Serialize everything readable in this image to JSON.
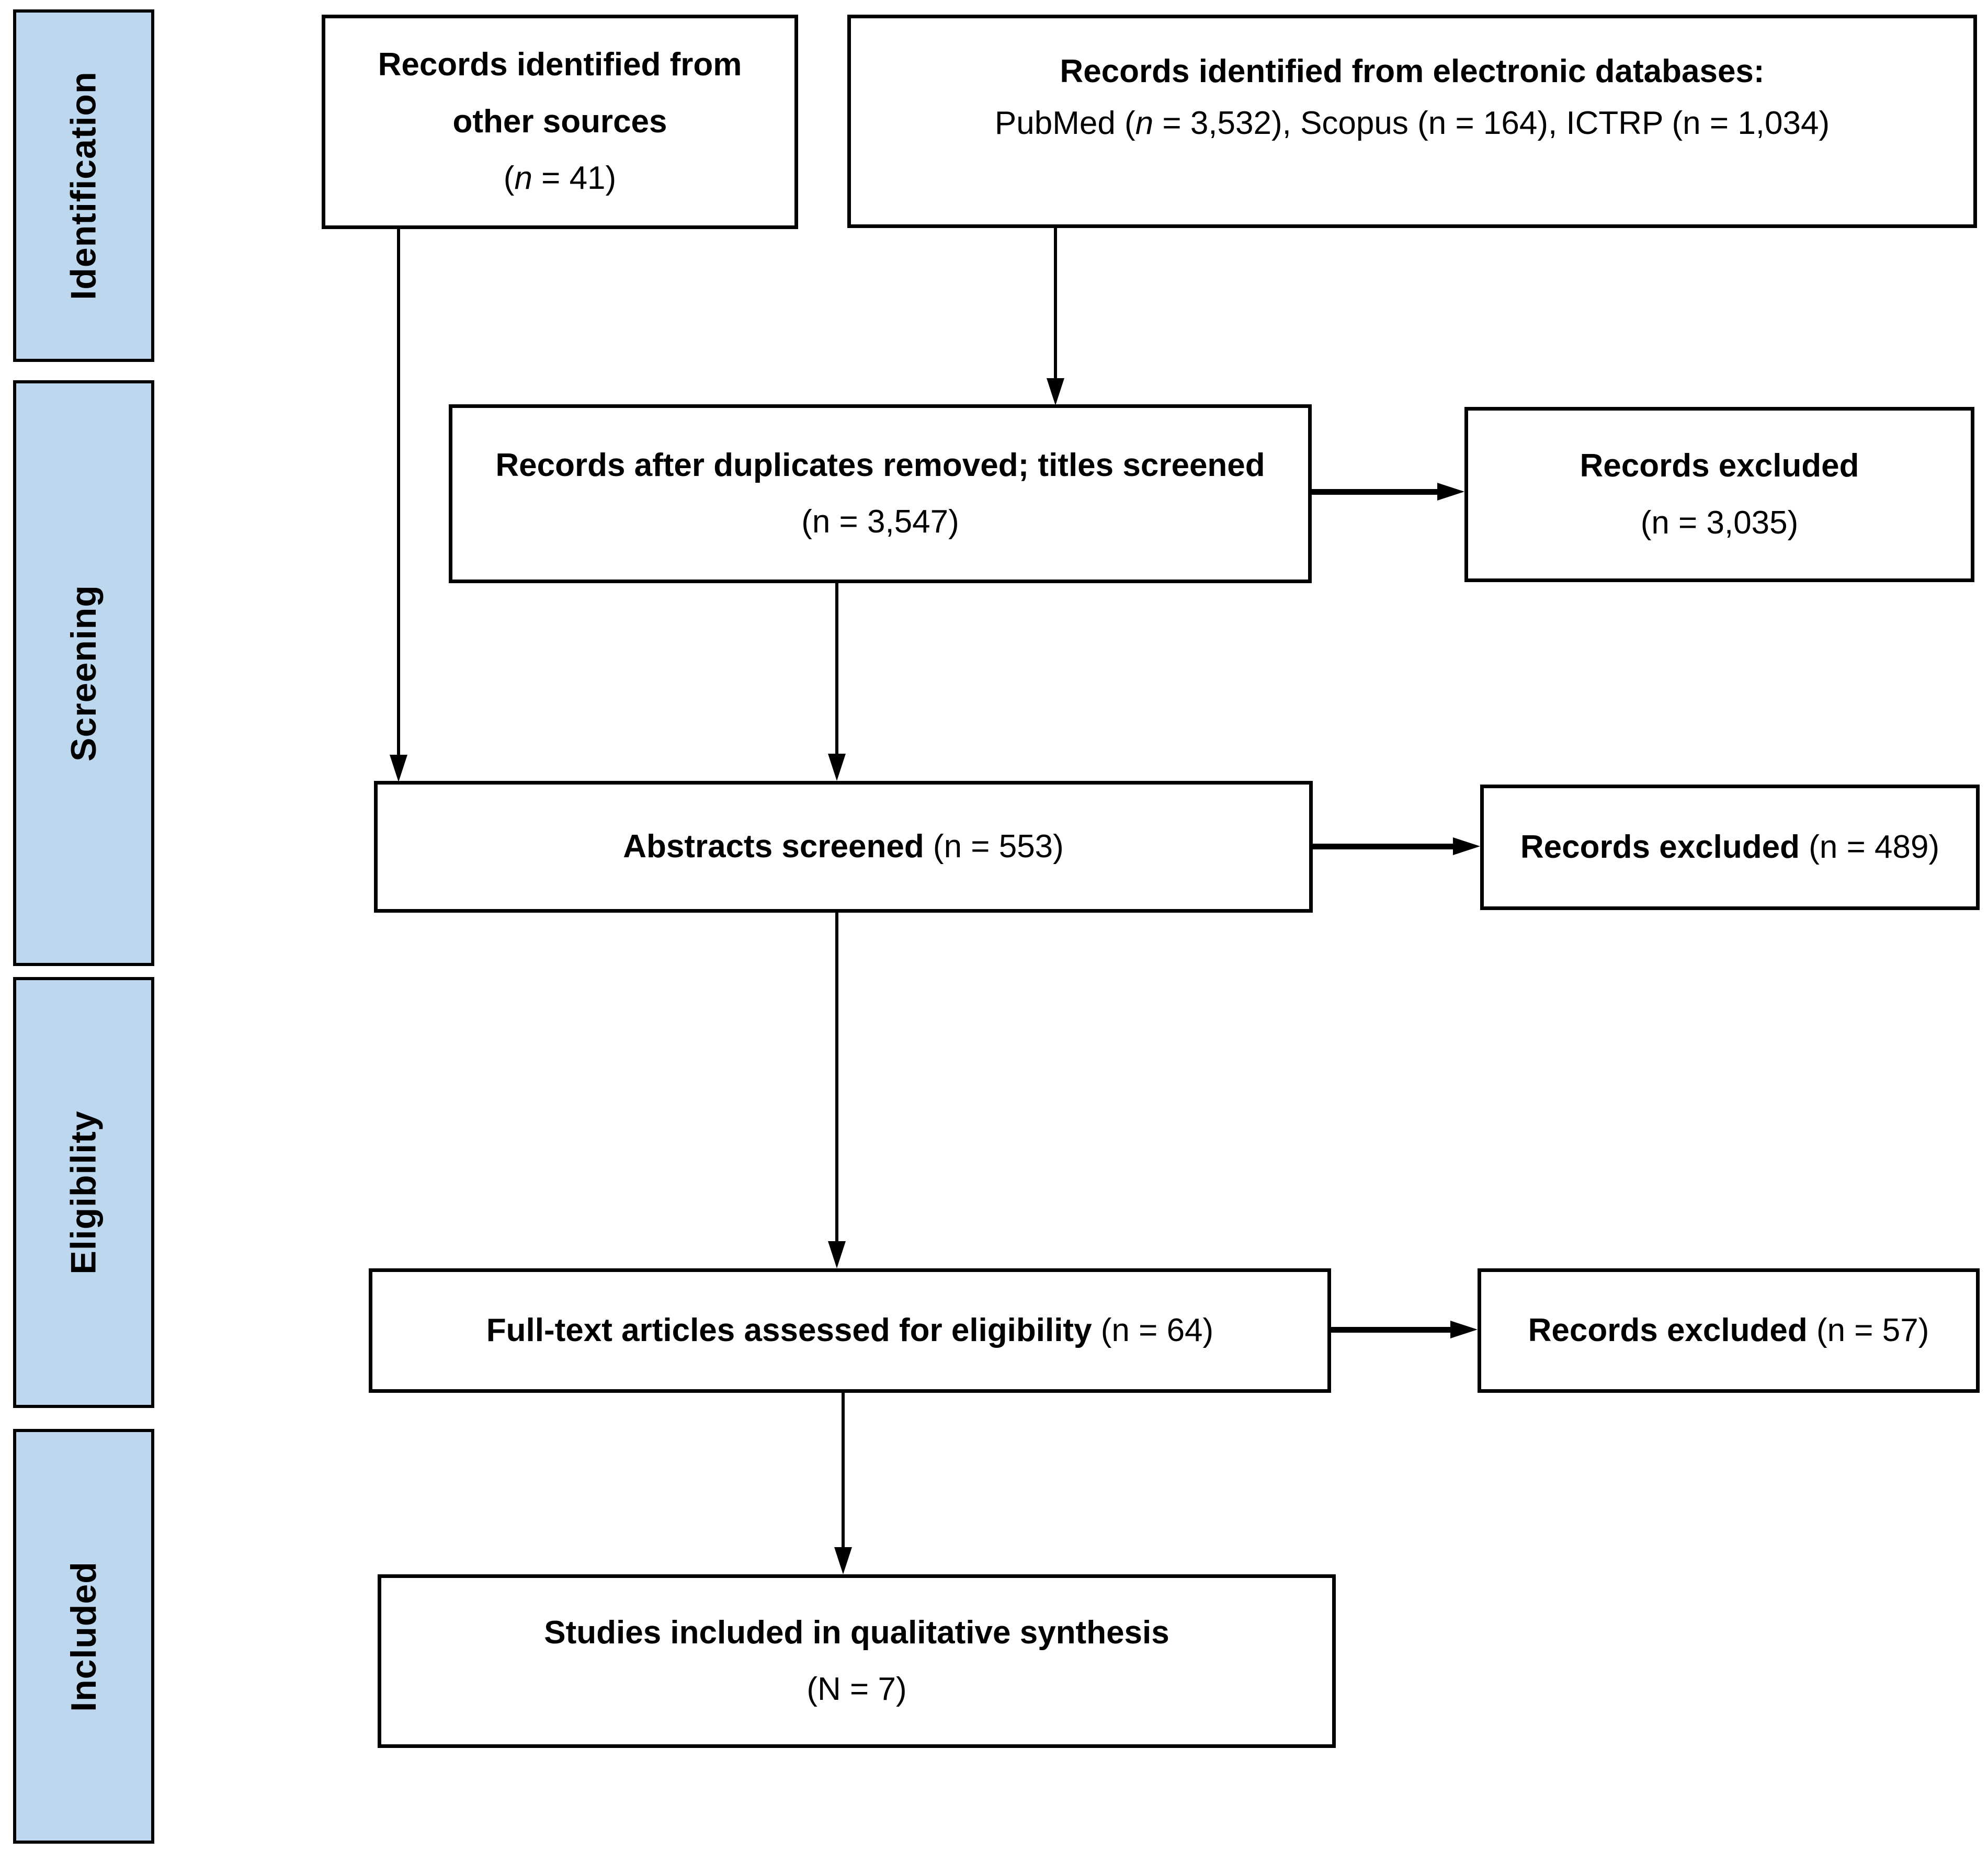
{
  "colors": {
    "stage_fill": "#bdd7ee",
    "line": "#000000",
    "background": "#ffffff"
  },
  "sidebar": {
    "stages": [
      {
        "label": "Identification"
      },
      {
        "label": "Screening"
      },
      {
        "label": "Eligibility"
      },
      {
        "label": "Included"
      }
    ]
  },
  "flow": {
    "identified_other": {
      "title_line1": "Records identified from",
      "title_line2": "other sources",
      "count": "(n = 41)"
    },
    "identified_databases": {
      "title": "Records identified from electronic databases:",
      "detail": "PubMed (n = 3,532), Scopus (n = 164), ICTRP (n = 1,034)"
    },
    "duplicates_removed": {
      "title": "Records after duplicates removed; titles screened",
      "count": "(n = 3,547)"
    },
    "excluded_titles": {
      "title": "Records excluded",
      "count": "(n = 3,035)"
    },
    "abstracts_screened": {
      "title": "Abstracts screened",
      "count": "(n = 553)"
    },
    "excluded_abstracts": {
      "title": "Records excluded",
      "count": "(n = 489)"
    },
    "fulltext_assessed": {
      "title": "Full-text articles assessed for eligibility",
      "count": "(n = 64)"
    },
    "excluded_fulltext": {
      "title": "Records excluded",
      "count": "(n = 57)"
    },
    "included_synthesis": {
      "title": "Studies included in qualitative synthesis",
      "count": "(N = 7)"
    }
  }
}
